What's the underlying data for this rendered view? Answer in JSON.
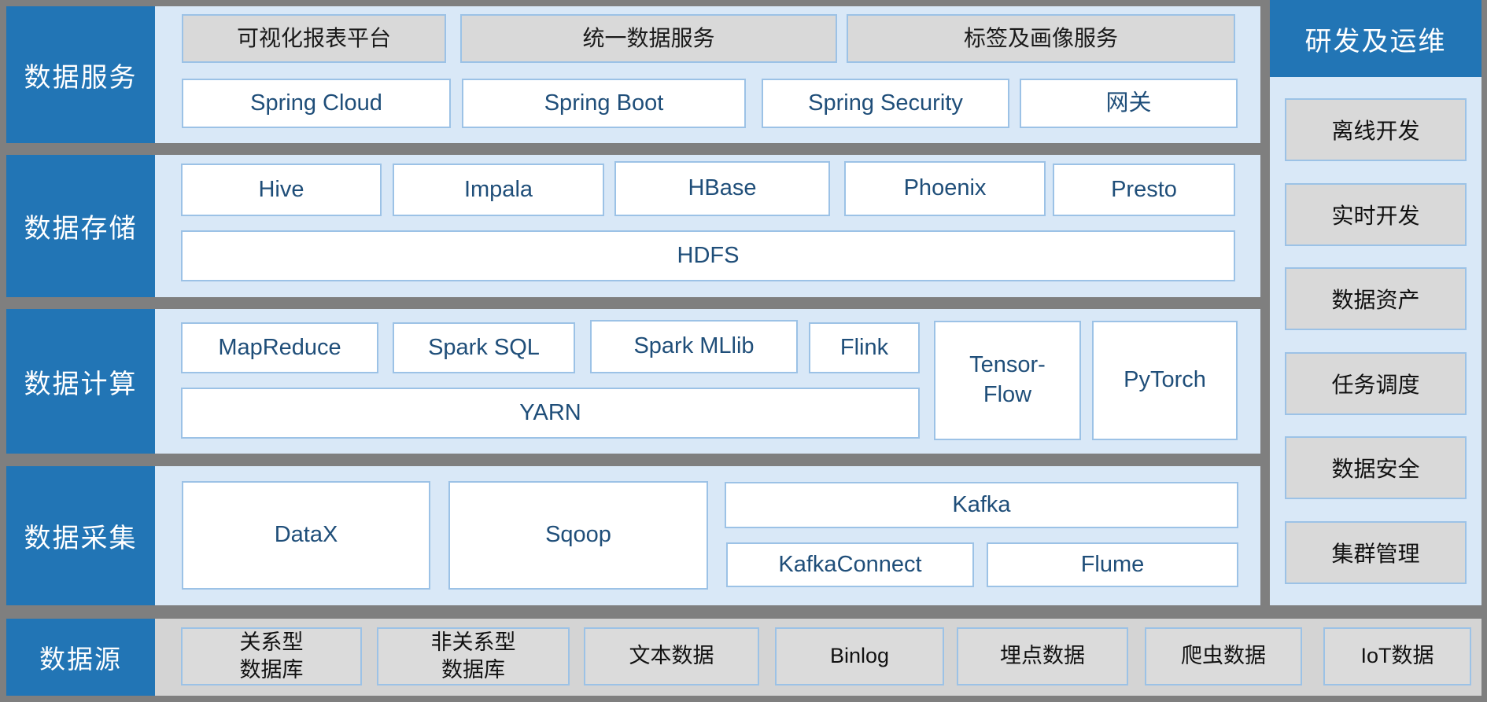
{
  "colors": {
    "accent_blue": "#2275b5",
    "light_blue_bg": "#d9e8f7",
    "box_border_blue": "#9cc2e6",
    "gray_box": "#d9d9d9",
    "frame_gray": "#7f7f7f",
    "dark_blue_text": "#1f4e79",
    "sources_row_bg": "#d4d4d4"
  },
  "rows": {
    "services": {
      "label": "数据服务",
      "platforms": [
        "可视化报表平台",
        "统一数据服务",
        "标签及画像服务"
      ],
      "tech": [
        "Spring Cloud",
        "Spring Boot",
        "Spring Security",
        "网关"
      ]
    },
    "storage": {
      "label": "数据存储",
      "engines": [
        "Hive",
        "Impala",
        "HBase",
        "Phoenix",
        "Presto"
      ],
      "base": "HDFS"
    },
    "computing": {
      "label": "数据计算",
      "engines": [
        "MapReduce",
        "Spark SQL",
        "Spark MLlib",
        "Flink"
      ],
      "base": "YARN",
      "frameworks": [
        "Tensor-\nFlow",
        "PyTorch"
      ]
    },
    "collection": {
      "label": "数据采集",
      "tools": [
        "DataX",
        "Sqoop"
      ],
      "kafka": "Kafka",
      "kafka_sub": [
        "KafkaConnect",
        "Flume"
      ]
    },
    "sources": {
      "label": "数据源",
      "items": [
        "关系型\n数据库",
        "非关系型\n数据库",
        "文本数据",
        "Binlog",
        "埋点数据",
        "爬虫数据",
        "IoT数据"
      ]
    }
  },
  "right_column": {
    "title": "研发及运维",
    "items": [
      "离线开发",
      "实时开发",
      "数据资产",
      "任务调度",
      "数据安全",
      "集群管理"
    ]
  }
}
